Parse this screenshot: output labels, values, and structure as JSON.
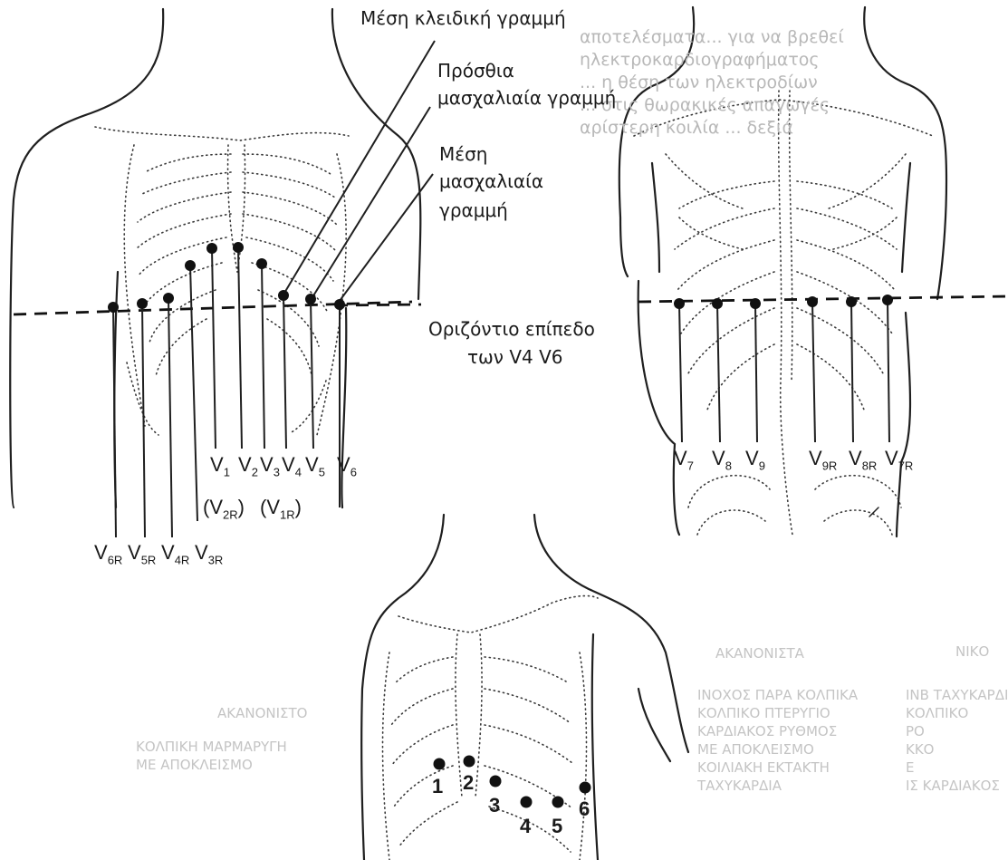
{
  "annotations": {
    "mid_clavicular": "Μέση κλειδική γραμμή",
    "anterior_axillary_line1": "Πρόσθια",
    "anterior_axillary_line2": "μασχαλιαία γραμμή",
    "mid_axillary_line1": "Μέση",
    "mid_axillary_line2": "μασχαλιαία",
    "mid_axillary_line3": "γραμμή",
    "horizontal_plane_line1": "Οριζόντιο επίπεδο",
    "horizontal_plane_line2": "των V4 V6"
  },
  "front_leads": [
    {
      "base": "V",
      "sub": "1"
    },
    {
      "base": "V",
      "sub": "2"
    },
    {
      "base": "V",
      "sub": "3"
    },
    {
      "base": "V",
      "sub": "4"
    },
    {
      "base": "V",
      "sub": "5"
    },
    {
      "base": "V",
      "sub": "6"
    }
  ],
  "right_leads_paren": [
    {
      "base": "(V",
      "sub": "2R",
      "tail": ")"
    },
    {
      "base": "(V",
      "sub": "1R",
      "tail": ")"
    }
  ],
  "right_leads": [
    {
      "base": "V",
      "sub": "6R"
    },
    {
      "base": "V",
      "sub": "5R"
    },
    {
      "base": "V",
      "sub": "4R"
    },
    {
      "base": "V",
      "sub": "3R"
    }
  ],
  "back_leads": [
    {
      "base": "V",
      "sub": "7"
    },
    {
      "base": "V",
      "sub": "8"
    },
    {
      "base": "V",
      "sub": "9"
    },
    {
      "base": "V",
      "sub": "9R"
    },
    {
      "base": "V",
      "sub": "8R"
    },
    {
      "base": "V",
      "sub": "7R"
    }
  ],
  "chest_positions": [
    "1",
    "2",
    "3",
    "4",
    "5",
    "6"
  ],
  "bleed_through": {
    "top_lines": [
      "αποτελέσματα... για να βρεθεί",
      "ηλεκτροκαρδιογραφήματος",
      "... η θέση των ηλεκτροδίων",
      "... στις θωρακικές απαγωγές",
      "αρίστερη κοιλία ... δεξιά"
    ],
    "heading_right": "ΝΙΚΟ",
    "heading_mid": "ΑΚΑΝΟΝΙΣΤΑ",
    "list_left": [
      "ΙΝΒ ΤΑΧΥΚΑΡΔΙΑ",
      "ΚΟΛΠΙΚΟ",
      "ΡΟ",
      "ΚΚΟ",
      "Ε",
      "ΙΣ ΚΑΡΔΙΑΚΟΣ"
    ],
    "list_mid": [
      "ΙΝΟΧΟΣ ΠΑΡΑ ΚΟΛΠΙΚΑ",
      "ΚΟΛΠΙΚΟ ΠΤΕΡΥΓΙΟ",
      "ΚΑΡΔΙΑΚΟΣ ΡΥΘΜΟΣ",
      "ΜΕ ΑΠΟΚΛΕΙΣΜΟ",
      "ΚΟΙΛΙΑΚΗ ΕΚΤΑΚΤΗ",
      "ΤΑΧΥΚΑΡΔΙΑ"
    ],
    "heading_far": "ΑΚΑΝΟΝΙΣΤΟ",
    "list_far": [
      "ΚΟΛΠΙΚΗ ΜΑΡΜΑΡΥΓΗ",
      "ΜΕ ΑΠΟΚΛΕΙΣΜΟ"
    ]
  },
  "colors": {
    "ink": "#1a1a1a",
    "dots": "#3a3a3a",
    "ghost": "#c4c4c4"
  }
}
